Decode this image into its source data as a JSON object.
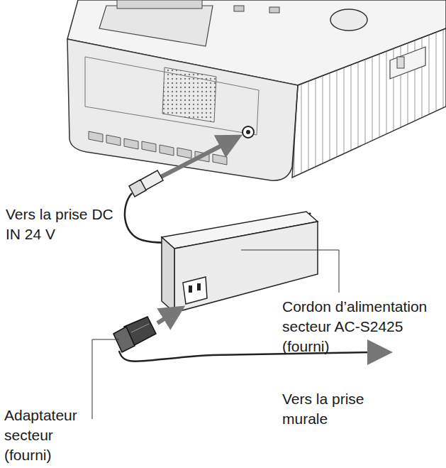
{
  "diagram": {
    "labels": [
      "Vers la prise DC IN 24 V",
      "Cordon d’alimentation secteur AC-S2425 (fourni)",
      "Vers la prise murale",
      "Adaptateur secteur (fourni)"
    ]
  }
}
